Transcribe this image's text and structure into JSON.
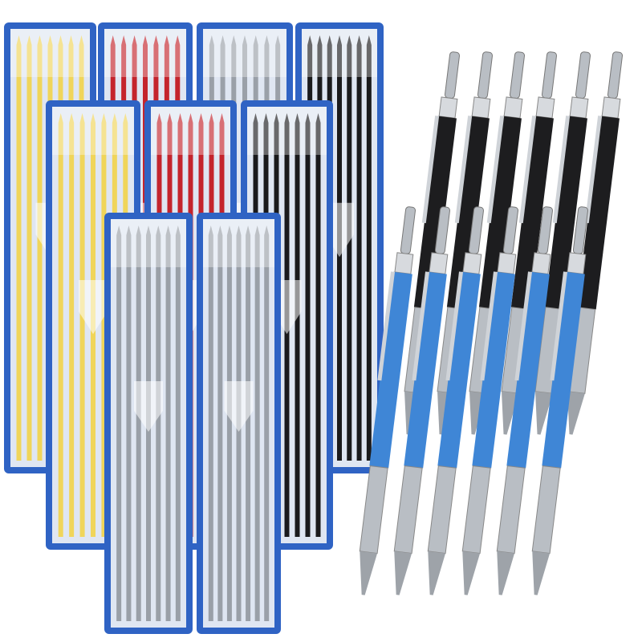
{
  "colors": {
    "case_blue": "#2f63c4",
    "case_inner": "#dfe6f2",
    "pencil_black": "#1d1d1f",
    "pencil_blue": "#3f86d6",
    "metal": "#b9bec4"
  },
  "lead_cases": [
    {
      "row": "back",
      "lead_color": "#f0d55a"
    },
    {
      "row": "back",
      "lead_color": "#c4242c"
    },
    {
      "row": "back",
      "lead_color": "#9aa0a8"
    },
    {
      "row": "back",
      "lead_color": "#1a1a1c"
    },
    {
      "row": "middle",
      "lead_color": "#f0d55a"
    },
    {
      "row": "middle",
      "lead_color": "#c4242c"
    },
    {
      "row": "middle",
      "lead_color": "#1a1a1c"
    },
    {
      "row": "front",
      "lead_color": "#9aa0a8"
    },
    {
      "row": "front",
      "lead_color": "#9aa0a8"
    }
  ],
  "pencils": [
    {
      "row": "back",
      "barrel_color": "#1d1d1f",
      "count": 6
    },
    {
      "row": "front",
      "barrel_color": "#3f86d6",
      "count": 6
    }
  ]
}
